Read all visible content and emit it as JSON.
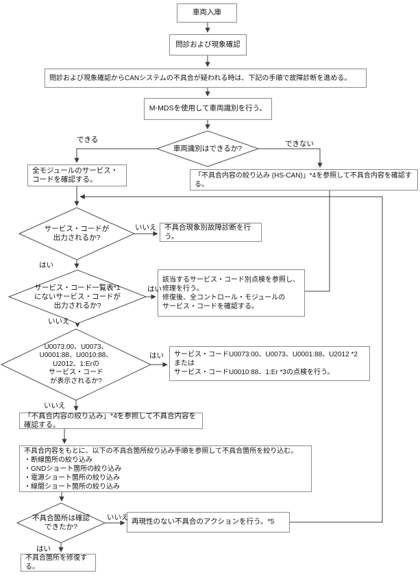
{
  "flowchart": {
    "boxes": {
      "entry": "車両入庫",
      "inquiry": "問診および現象確認",
      "note": "問診および現象確認からCANシステムの不具合が疑われる時は、下記の手順で故障診断を進める。",
      "mmds": "M-MDSを使用して車両識別を行う。",
      "all_modules": "全モジュールのサービス・\nコードを確認する。",
      "hs_can": "「不具合内容の絞り込み (HS-CAN)」*4を参照して不具合内容を確認する。",
      "symptom": "不具合現象別故障診断を行う。",
      "repair": "該当するサービス・コード別点検を参照し、\n修理を行う。\n修復後、全コントロール・モジュールの\nサービス・コードを確認する。",
      "codes_check": "サービス・コードU0073:00、U0073、U0001:88、U2012 *2\nまたは\nサービス・コードU0010:88、1:Er *3の点検を行う。",
      "narrow": "「不具合内容の絞り込み」*4を参照して不具合内容を確認する。",
      "narrow_steps": "不具合内容をもとに、以下の不具合箇所絞り込み手順を参照して不具合箇所を絞り込む。\n・断線箇所の絞り込み\n・GNDショート箇所の絞り込み\n・電源ショート箇所の絞り込み\n・線間ショート箇所の絞り込み",
      "action": "再現性のない不具合のアクションを行う。*5",
      "fix": "不具合箇所を修復する。"
    },
    "decisions": {
      "vehicle_id": {
        "text": "車両識別はできるか?",
        "yes": "できる",
        "no": "できない"
      },
      "service_code": {
        "text": "サービス・コードが\n出力されるか?",
        "yes": "はい",
        "no": "いいえ"
      },
      "code_list": {
        "text": "サービス・コード一覧表*1\nにないサービス・コードが\n出力されるか?",
        "yes": "はい",
        "no": "いいえ"
      },
      "specific_codes": {
        "text": "U0073:00、U0073、\nU0001:88、U0010:88、\nU2012、1:Erの\nサービス・コード\nが表示されるか?",
        "yes": "はい",
        "no": "いいえ"
      },
      "fault_confirmed": {
        "text": "不具合箇所は確認\nできたか?",
        "yes": "はい",
        "no": "いいえ"
      }
    },
    "colors": {
      "line": "#3c3c3c",
      "box_border": "#8a8a8a",
      "text": "#111111",
      "background": "#ffffff"
    }
  }
}
